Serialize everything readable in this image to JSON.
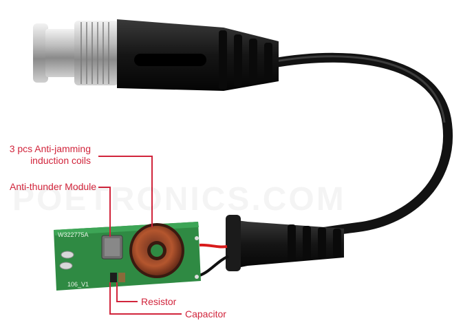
{
  "watermark": "POETRONICS.COM",
  "callouts": {
    "coils_line1": "3 pcs Anti-jamming",
    "coils_line2": "induction coils",
    "thunder": "Anti-thunder Module",
    "resistor": "Resistor",
    "capacitor": "Capacitor"
  },
  "board": {
    "marking_top": "W322775A",
    "marking_bottom": "106_V1"
  },
  "colors": {
    "callout": "#d1243b",
    "board": "#2f8a43",
    "cable": "#111111"
  }
}
